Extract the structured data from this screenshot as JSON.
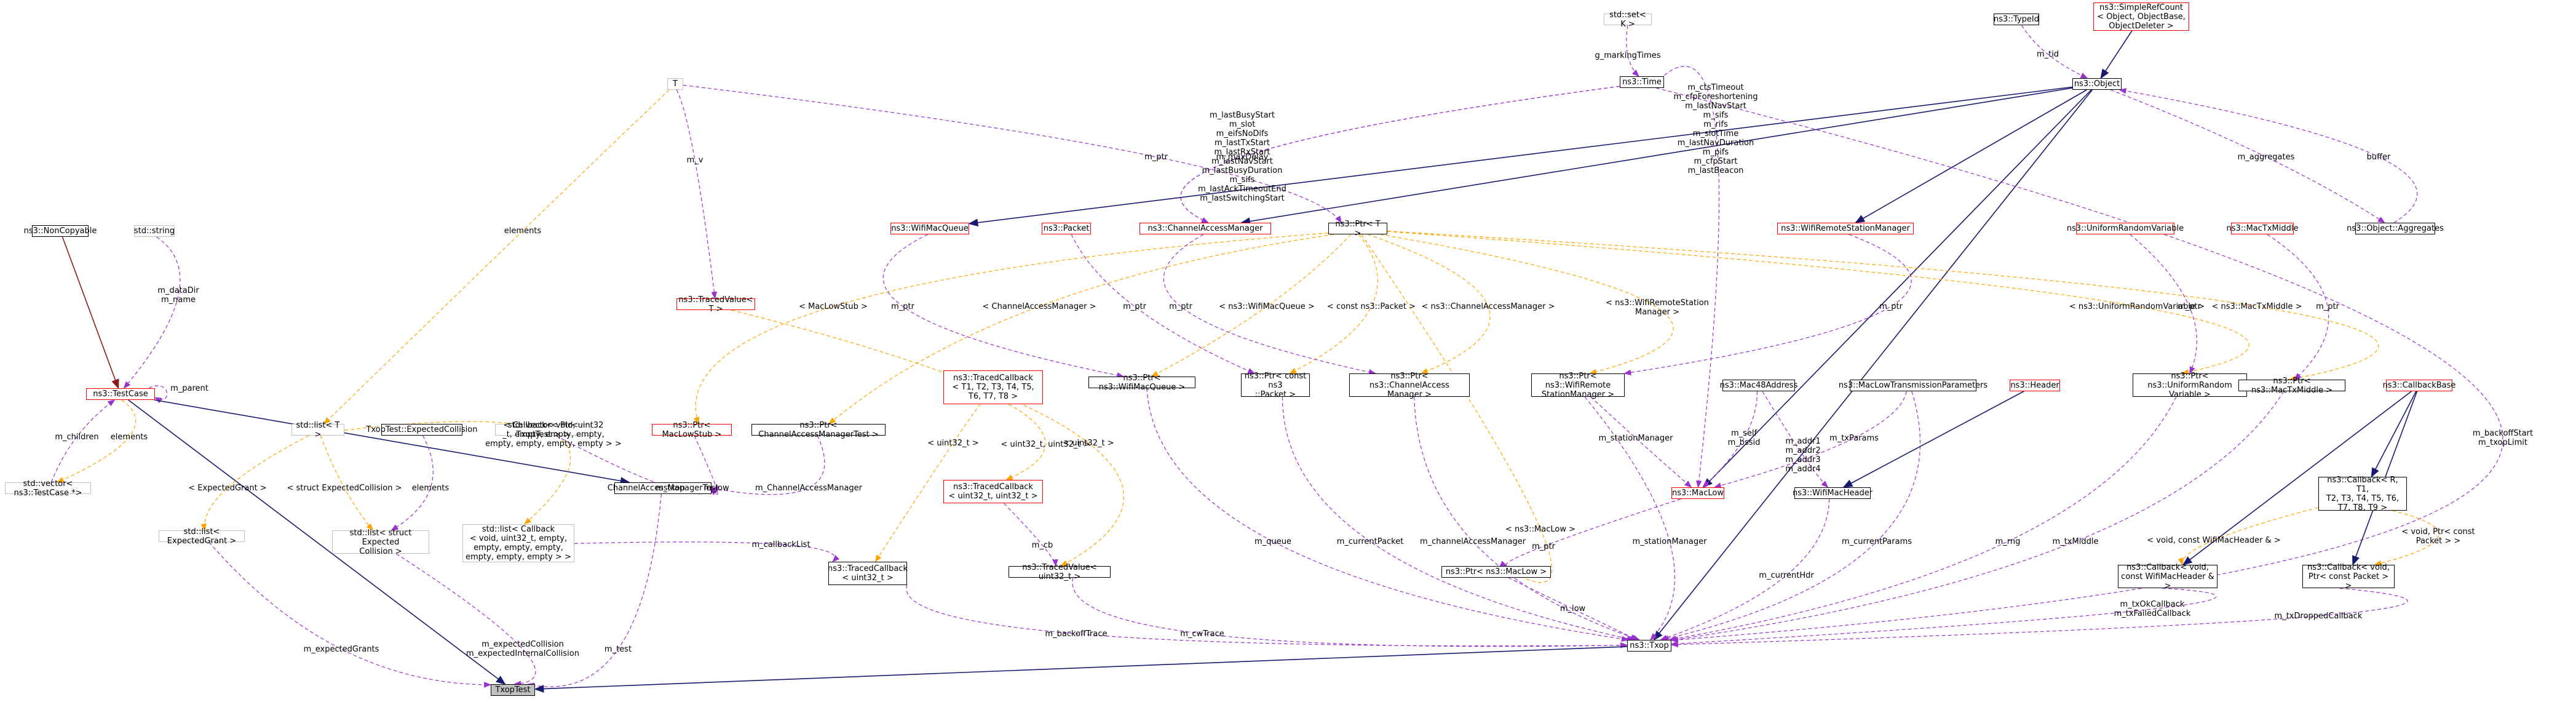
{
  "colors": {
    "composition": "#9a32cd",
    "inheritance": "#191970",
    "template": "#ffa500",
    "private_inheritance": "#8b1a1a",
    "focus_fill": "#bfbfbf",
    "undocumented_border": "#ff0000",
    "external_border": "#bfbfbf"
  },
  "nodes": [
    {
      "id": "TxopTest",
      "label": "TxopTest",
      "style": "focus"
    },
    {
      "id": "NonCopyable",
      "label": "ns3::NonCopyable",
      "style": "normal"
    },
    {
      "id": "string",
      "label": "std::string",
      "style": "external"
    },
    {
      "id": "TestCase",
      "label": "ns3::TestCase",
      "style": "red"
    },
    {
      "id": "vecTC",
      "label": "std::vector< ns3::TestCase *>",
      "style": "external"
    },
    {
      "id": "T",
      "label": "T",
      "style": "external"
    },
    {
      "id": "TracedValueT",
      "label": "ns3::TracedValue< T >",
      "style": "red"
    },
    {
      "id": "listT",
      "label": "std::list< T >",
      "style": "external"
    },
    {
      "id": "ExpColl",
      "label": "TxopTest::ExpectedCollision",
      "style": "normal"
    },
    {
      "id": "vecPtrTxop",
      "label": "std::vector< Ptr< TxopTest > >",
      "style": "external"
    },
    {
      "id": "PtrMacLowStub",
      "label": "ns3::Ptr< MacLowStub >",
      "style": "red"
    },
    {
      "id": "PtrCAMTest",
      "label": "ns3::Ptr< ChannelAccessManagerTest >",
      "style": "normal"
    },
    {
      "id": "listExpGrant",
      "label": "std::list< ExpectedGrant >",
      "style": "external"
    },
    {
      "id": "listExpColl",
      "label": "std::list< struct Expected\nCollision >",
      "style": "external"
    },
    {
      "id": "listCallback",
      "label": "std::list< Callback\n< void, uint32_t, empty,\n empty, empty, empty,\n empty, empty, empty > >",
      "style": "external"
    },
    {
      "id": "CAMTest",
      "label": "ChannelAccessManagerTest",
      "style": "normal"
    },
    {
      "id": "WifiMacQueue",
      "label": "ns3::WifiMacQueue",
      "style": "red"
    },
    {
      "id": "Packet",
      "label": "ns3::Packet",
      "style": "red"
    },
    {
      "id": "CAM",
      "label": "ns3::ChannelAccessManager",
      "style": "red"
    },
    {
      "id": "PtrT",
      "label": "ns3::Ptr< T >",
      "style": "normal"
    },
    {
      "id": "setK",
      "label": "std::set< K >",
      "style": "external"
    },
    {
      "id": "Time",
      "label": "ns3::Time",
      "style": "normal"
    },
    {
      "id": "TypeId",
      "label": "ns3::TypeId",
      "style": "normal"
    },
    {
      "id": "SRC",
      "label": "ns3::SimpleRefCount\n< Object, ObjectBase,\n ObjectDeleter >",
      "style": "red"
    },
    {
      "id": "Object",
      "label": "ns3::Object",
      "style": "normal"
    },
    {
      "id": "WRSM",
      "label": "ns3::WifiRemoteStationManager",
      "style": "red"
    },
    {
      "id": "URV",
      "label": "ns3::UniformRandomVariable",
      "style": "red"
    },
    {
      "id": "MacTxMiddle",
      "label": "ns3::MacTxMiddle",
      "style": "red"
    },
    {
      "id": "Aggregates",
      "label": "ns3::Object::Aggregates",
      "style": "normal"
    },
    {
      "id": "TracedCallbackT",
      "label": "ns3::TracedCallback\n< T1, T2, T3, T4, T5,\n T6, T7, T8 >",
      "style": "red"
    },
    {
      "id": "TracedCallbackU2",
      "label": "ns3::TracedCallback\n< uint32_t, uint32_t >",
      "style": "red"
    },
    {
      "id": "TracedCallbackU",
      "label": "ns3::TracedCallback\n< uint32_t >",
      "style": "normal"
    },
    {
      "id": "TracedValueU",
      "label": "ns3::TracedValue< uint32_t >",
      "style": "normal"
    },
    {
      "id": "PtrWMQ",
      "label": "ns3::Ptr< ns3::WifiMacQueue >",
      "style": "normal"
    },
    {
      "id": "PtrConstPacket",
      "label": "ns3::Ptr< const ns3\n::Packet >",
      "style": "normal"
    },
    {
      "id": "PtrCAM",
      "label": "ns3::Ptr< ns3::ChannelAccess\nManager >",
      "style": "normal"
    },
    {
      "id": "PtrWRSM",
      "label": "ns3::Ptr< ns3::WifiRemote\nStationManager >",
      "style": "normal"
    },
    {
      "id": "Mac48",
      "label": "ns3::Mac48Address",
      "style": "normal"
    },
    {
      "id": "MLTP",
      "label": "ns3::MacLowTransmissionParameters",
      "style": "normal"
    },
    {
      "id": "Header",
      "label": "ns3::Header",
      "style": "red"
    },
    {
      "id": "PtrURV",
      "label": "ns3::Ptr< ns3::UniformRandom\nVariable >",
      "style": "normal"
    },
    {
      "id": "PtrMTM",
      "label": "ns3::Ptr< ns3::MacTxMiddle >",
      "style": "normal"
    },
    {
      "id": "CallbackBase",
      "label": "ns3::CallbackBase",
      "style": "red"
    },
    {
      "id": "MacLow",
      "label": "ns3::MacLow",
      "style": "red"
    },
    {
      "id": "WMH",
      "label": "ns3::WifiMacHeader",
      "style": "normal"
    },
    {
      "id": "CallbackT",
      "label": "ns3::Callback< R, T1,\n T2, T3, T4, T5, T6,\n T7, T8, T9 >",
      "style": "normal"
    },
    {
      "id": "CallbackWMH",
      "label": "ns3::Callback< void,\n const WifiMacHeader & >",
      "style": "normal"
    },
    {
      "id": "CallbackPkt",
      "label": "ns3::Callback< void,\n Ptr< const Packet > >",
      "style": "normal"
    },
    {
      "id": "PtrMacLow",
      "label": "ns3::Ptr< ns3::MacLow >",
      "style": "normal"
    },
    {
      "id": "Txop",
      "label": "ns3::Txop",
      "style": "normal"
    }
  ],
  "edges": [
    {
      "from": "NonCopyable",
      "to": "TestCase",
      "kind": "private_inheritance",
      "label": ""
    },
    {
      "from": "string",
      "to": "TestCase",
      "kind": "composition",
      "label": "m_dataDir\nm_name"
    },
    {
      "from": "TestCase",
      "to": "TestCase",
      "kind": "composition",
      "label": "m_parent"
    },
    {
      "from": "TestCase",
      "to": "vecTC",
      "kind": "template",
      "label": "elements"
    },
    {
      "from": "vecTC",
      "to": "TestCase",
      "kind": "composition",
      "label": "m_children"
    },
    {
      "from": "TestCase",
      "to": "TxopTest",
      "kind": "inheritance",
      "label": ""
    },
    {
      "from": "TestCase",
      "to": "CAMTest",
      "kind": "inheritance",
      "label": ""
    },
    {
      "from": "T",
      "to": "listT",
      "kind": "template",
      "label": "elements"
    },
    {
      "from": "T",
      "to": "TracedValueT",
      "kind": "composition",
      "label": "m_v"
    },
    {
      "from": "T",
      "to": "PtrT",
      "kind": "composition",
      "label": "m_ptr"
    },
    {
      "from": "listT",
      "to": "listExpGrant",
      "kind": "template",
      "label": "< ExpectedGrant >"
    },
    {
      "from": "listT",
      "to": "listExpColl",
      "kind": "template",
      "label": "< struct ExpectedCollision >"
    },
    {
      "from": "listT",
      "to": "listCallback",
      "kind": "template",
      "label": "< Callback< void, uint32\n_t, empty, empty, empty,\n empty, empty, empty, empty > >"
    },
    {
      "from": "ExpColl",
      "to": "listExpColl",
      "kind": "composition",
      "label": "elements"
    },
    {
      "from": "vecPtrTxop",
      "to": "CAMTest",
      "kind": "composition",
      "label": "m_txop"
    },
    {
      "from": "PtrMacLowStub",
      "to": "CAMTest",
      "kind": "composition",
      "label": "m_low"
    },
    {
      "from": "PtrCAMTest",
      "to": "CAMTest",
      "kind": "composition",
      "label": "m_ChannelAccessManager"
    },
    {
      "from": "PtrT",
      "to": "PtrMacLowStub",
      "kind": "template",
      "label": "< MacLowStub >"
    },
    {
      "from": "PtrT",
      "to": "PtrCAMTest",
      "kind": "template",
      "label": "< ChannelAccessManager >"
    },
    {
      "from": "listExpGrant",
      "to": "TxopTest",
      "kind": "composition",
      "label": "m_expectedGrants"
    },
    {
      "from": "listExpColl",
      "to": "TxopTest",
      "kind": "composition",
      "label": "m_expectedCollision\nm_expectedInternalCollision"
    },
    {
      "from": "listCallback",
      "to": "TracedCallbackU",
      "kind": "composition",
      "label": "m_callbackList"
    },
    {
      "from": "CAMTest",
      "to": "TxopTest",
      "kind": "composition",
      "label": "m_test"
    },
    {
      "from": "Time",
      "to": "CAM",
      "kind": "composition",
      "label": "m_maxDelay"
    },
    {
      "from": "Time",
      "to": "CAM",
      "kind": "composition",
      "label": "m_lastBusyStart\nm_slot\nm_eifsNoDifs\nm_lastTxStart\nm_lastRxStart\nm_lastNavStart\nm_lastBusyDuration\nm_sifs\nm_lastAckTimeoutEnd\nm_lastSwitchingStart"
    },
    {
      "from": "setK",
      "to": "Time",
      "kind": "composition",
      "label": "g_markingTimes"
    },
    {
      "from": "Time",
      "to": "MacLow",
      "kind": "composition",
      "label": "m_ctsTimeout\nm_cfpForeshortening\nm_lastNavStart\nm_sifs\nm_rifs\nm_slotTime\nm_lastNavDuration\nm_pifs\nm_cfpStart\nm_lastBeacon"
    },
    {
      "from": "TypeId",
      "to": "Object",
      "kind": "composition",
      "label": "m_tid"
    },
    {
      "from": "SRC",
      "to": "Object",
      "kind": "inheritance",
      "label": ""
    },
    {
      "from": "Object",
      "to": "Aggregates",
      "kind": "composition",
      "label": "m_aggregates"
    },
    {
      "from": "Aggregates",
      "to": "Object",
      "kind": "composition",
      "label": "buffer"
    },
    {
      "from": "Object",
      "to": "WifiMacQueue",
      "kind": "inheritance",
      "label": ""
    },
    {
      "from": "Object",
      "to": "CAM",
      "kind": "inheritance",
      "label": ""
    },
    {
      "from": "Object",
      "to": "WRSM",
      "kind": "inheritance",
      "label": ""
    },
    {
      "from": "Object",
      "to": "MacLow",
      "kind": "inheritance",
      "label": ""
    },
    {
      "from": "Object",
      "to": "Txop",
      "kind": "inheritance",
      "label": ""
    },
    {
      "from": "Time",
      "to": "Txop",
      "kind": "composition",
      "label": "m_backoffStart\nm_txopLimit"
    },
    {
      "from": "PtrT",
      "to": "PtrWMQ",
      "kind": "template",
      "label": "< ns3::WifiMacQueue >"
    },
    {
      "from": "PtrT",
      "to": "PtrConstPacket",
      "kind": "template",
      "label": "< const ns3::Packet >"
    },
    {
      "from": "PtrT",
      "to": "PtrCAM",
      "kind": "template",
      "label": "< ns3::ChannelAccessManager >"
    },
    {
      "from": "PtrT",
      "to": "PtrWRSM",
      "kind": "template",
      "label": "< ns3::WifiRemoteStation\nManager >"
    },
    {
      "from": "PtrT",
      "to": "PtrMacLow",
      "kind": "template",
      "label": "< ns3::MacLow >"
    },
    {
      "from": "PtrT",
      "to": "PtrURV",
      "kind": "template",
      "label": "< ns3::UniformRandomVariable >"
    },
    {
      "from": "PtrT",
      "to": "PtrMTM",
      "kind": "template",
      "label": "< ns3::MacTxMiddle >"
    },
    {
      "from": "WifiMacQueue",
      "to": "PtrWMQ",
      "kind": "composition",
      "label": "m_ptr"
    },
    {
      "from": "Packet",
      "to": "PtrConstPacket",
      "kind": "composition",
      "label": "m_ptr"
    },
    {
      "from": "CAM",
      "to": "PtrCAM",
      "kind": "composition",
      "label": "m_ptr"
    },
    {
      "from": "WRSM",
      "to": "PtrWRSM",
      "kind": "composition",
      "label": "m_ptr"
    },
    {
      "from": "URV",
      "to": "PtrURV",
      "kind": "composition",
      "label": "m_ptr"
    },
    {
      "from": "MacTxMiddle",
      "to": "PtrMTM",
      "kind": "composition",
      "label": "m_ptr"
    },
    {
      "from": "MacLow",
      "to": "PtrMacLow",
      "kind": "composition",
      "label": "m_ptr"
    },
    {
      "from": "TracedCallbackT",
      "to": "TracedCallbackU2",
      "kind": "template",
      "label": "< uint32_t, uint32_t >"
    },
    {
      "from": "TracedCallbackT",
      "to": "TracedCallbackU",
      "kind": "template",
      "label": "< uint32_t >"
    },
    {
      "from": "TracedValueT",
      "to": "TracedValueU",
      "kind": "template",
      "label": "< uint32_t >"
    },
    {
      "from": "TracedCallbackU2",
      "to": "TracedValueU",
      "kind": "composition",
      "label": "m_cb"
    },
    {
      "from": "TracedCallbackU",
      "to": "Txop",
      "kind": "composition",
      "label": "m_backoffTrace"
    },
    {
      "from": "TracedValueU",
      "to": "Txop",
      "kind": "composition",
      "label": "m_cwTrace"
    },
    {
      "from": "PtrWMQ",
      "to": "Txop",
      "kind": "composition",
      "label": "m_queue"
    },
    {
      "from": "PtrConstPacket",
      "to": "Txop",
      "kind": "composition",
      "label": "m_currentPacket"
    },
    {
      "from": "PtrCAM",
      "to": "Txop",
      "kind": "composition",
      "label": "m_channelAccessManager"
    },
    {
      "from": "PtrWRSM",
      "to": "MacLow",
      "kind": "composition",
      "label": "m_stationManager"
    },
    {
      "from": "PtrWRSM",
      "to": "Txop",
      "kind": "composition",
      "label": "m_stationManager"
    },
    {
      "from": "Mac48",
      "to": "MacLow",
      "kind": "composition",
      "label": "m_self\nm_bssid"
    },
    {
      "from": "Mac48",
      "to": "WMH",
      "kind": "composition",
      "label": "m_addr1\nm_addr2\nm_addr3\nm_addr4"
    },
    {
      "from": "MLTP",
      "to": "MacLow",
      "kind": "composition",
      "label": "m_txParams"
    },
    {
      "from": "MLTP",
      "to": "Txop",
      "kind": "composition",
      "label": "m_currentParams"
    },
    {
      "from": "Header",
      "to": "WMH",
      "kind": "inheritance",
      "label": ""
    },
    {
      "from": "WMH",
      "to": "Txop",
      "kind": "composition",
      "label": "m_currentHdr"
    },
    {
      "from": "PtrURV",
      "to": "Txop",
      "kind": "composition",
      "label": "m_rng"
    },
    {
      "from": "PtrMTM",
      "to": "Txop",
      "kind": "composition",
      "label": "m_txMiddle"
    },
    {
      "from": "CallbackBase",
      "to": "CallbackT",
      "kind": "inheritance",
      "label": ""
    },
    {
      "from": "CallbackBase",
      "to": "CallbackWMH",
      "kind": "inheritance",
      "label": ""
    },
    {
      "from": "CallbackBase",
      "to": "CallbackPkt",
      "kind": "inheritance",
      "label": ""
    },
    {
      "from": "CallbackT",
      "to": "CallbackWMH",
      "kind": "template",
      "label": "< void, const WifiMacHeader & >"
    },
    {
      "from": "CallbackT",
      "to": "CallbackPkt",
      "kind": "template",
      "label": "< void, Ptr< const\n Packet > >"
    },
    {
      "from": "CallbackWMH",
      "to": "Txop",
      "kind": "composition",
      "label": "m_txOkCallback\nm_txFailedCallback"
    },
    {
      "from": "CallbackPkt",
      "to": "Txop",
      "kind": "composition",
      "label": "m_txDroppedCallback"
    },
    {
      "from": "PtrMacLow",
      "to": "Txop",
      "kind": "composition",
      "label": "m_low"
    },
    {
      "from": "Txop",
      "to": "TxopTest",
      "kind": "inheritance",
      "label": ""
    }
  ]
}
